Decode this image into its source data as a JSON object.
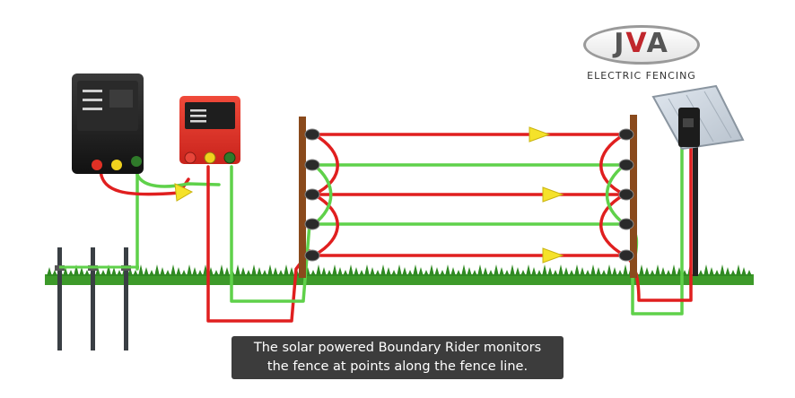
{
  "logo": {
    "mark_left": "J",
    "mark_mid": "V",
    "mark_right": "A",
    "subtitle": "ELECTRIC FENCING"
  },
  "caption": {
    "line1": "The solar powered Boundary Rider monitors",
    "line2": "the fence at points along the fence line."
  },
  "colors": {
    "live_wire": "#e01f1f",
    "earth_wire": "#5fd14a",
    "grass": "#3d9a2a",
    "post": "#8a4a1c",
    "arrow": "#f5e22a",
    "energiser_red": "#e3332a",
    "energiser_black": "#1e1e1e"
  },
  "icons": [
    "energiser-unit",
    "boundary-rider-unit",
    "solar-panel",
    "earth-stake",
    "insulator",
    "current-arrow"
  ]
}
